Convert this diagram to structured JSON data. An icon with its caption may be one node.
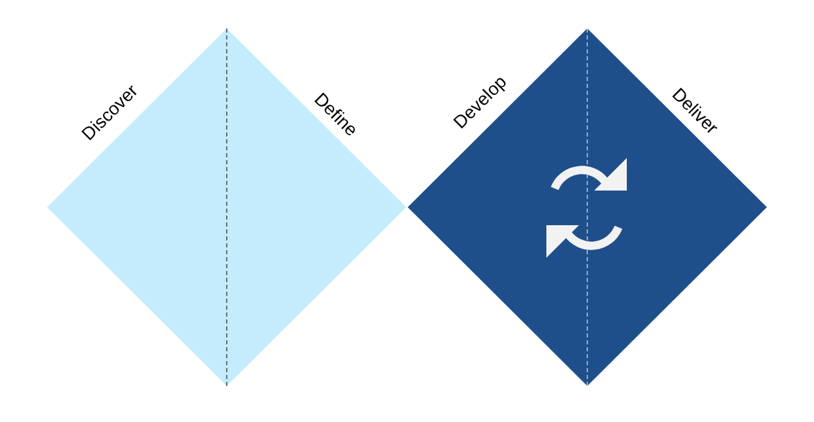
{
  "diagram": {
    "nodes": [
      {
        "text": [
          "Discover",
          "Define"
        ]
      },
      {
        "text": [
          "Develop",
          "Deliver"
        ]
      }
    ]
  }
}
